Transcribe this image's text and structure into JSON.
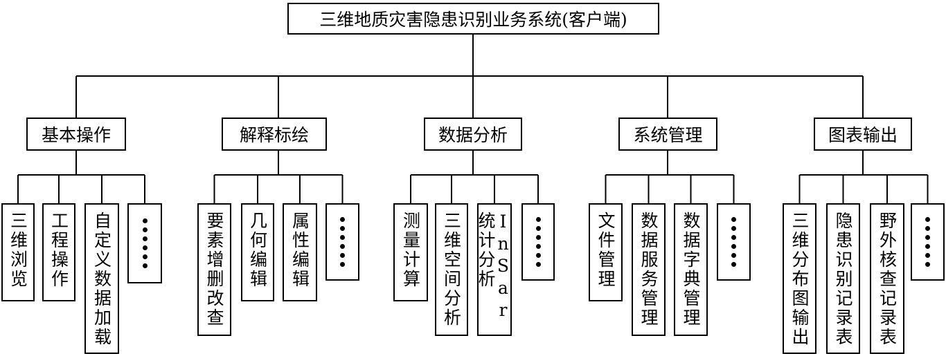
{
  "root": {
    "label": "三维地质灾害隐患识别业务系统(客户端)"
  },
  "colors": {
    "line": "#000000",
    "background": "#ffffff"
  },
  "categories": [
    {
      "label": "基本操作",
      "items": [
        "三维浏览",
        "工程操作",
        "自定义数据加载",
        "……"
      ]
    },
    {
      "label": "解释标绘",
      "items": [
        "要素增删改查",
        "几何编辑",
        "属性编辑",
        "……"
      ]
    },
    {
      "label": "数据分析",
      "items": [
        "测量计算",
        "三维空间分析",
        "InSar统计分析",
        "……"
      ]
    },
    {
      "label": "系统管理",
      "items": [
        "文件管理",
        "数据服务管理",
        "数据字典管理",
        "……"
      ]
    },
    {
      "label": "图表输出",
      "items": [
        "三维分布图输出",
        "隐患识别记录表",
        "野外核查记录表",
        "……"
      ]
    }
  ]
}
